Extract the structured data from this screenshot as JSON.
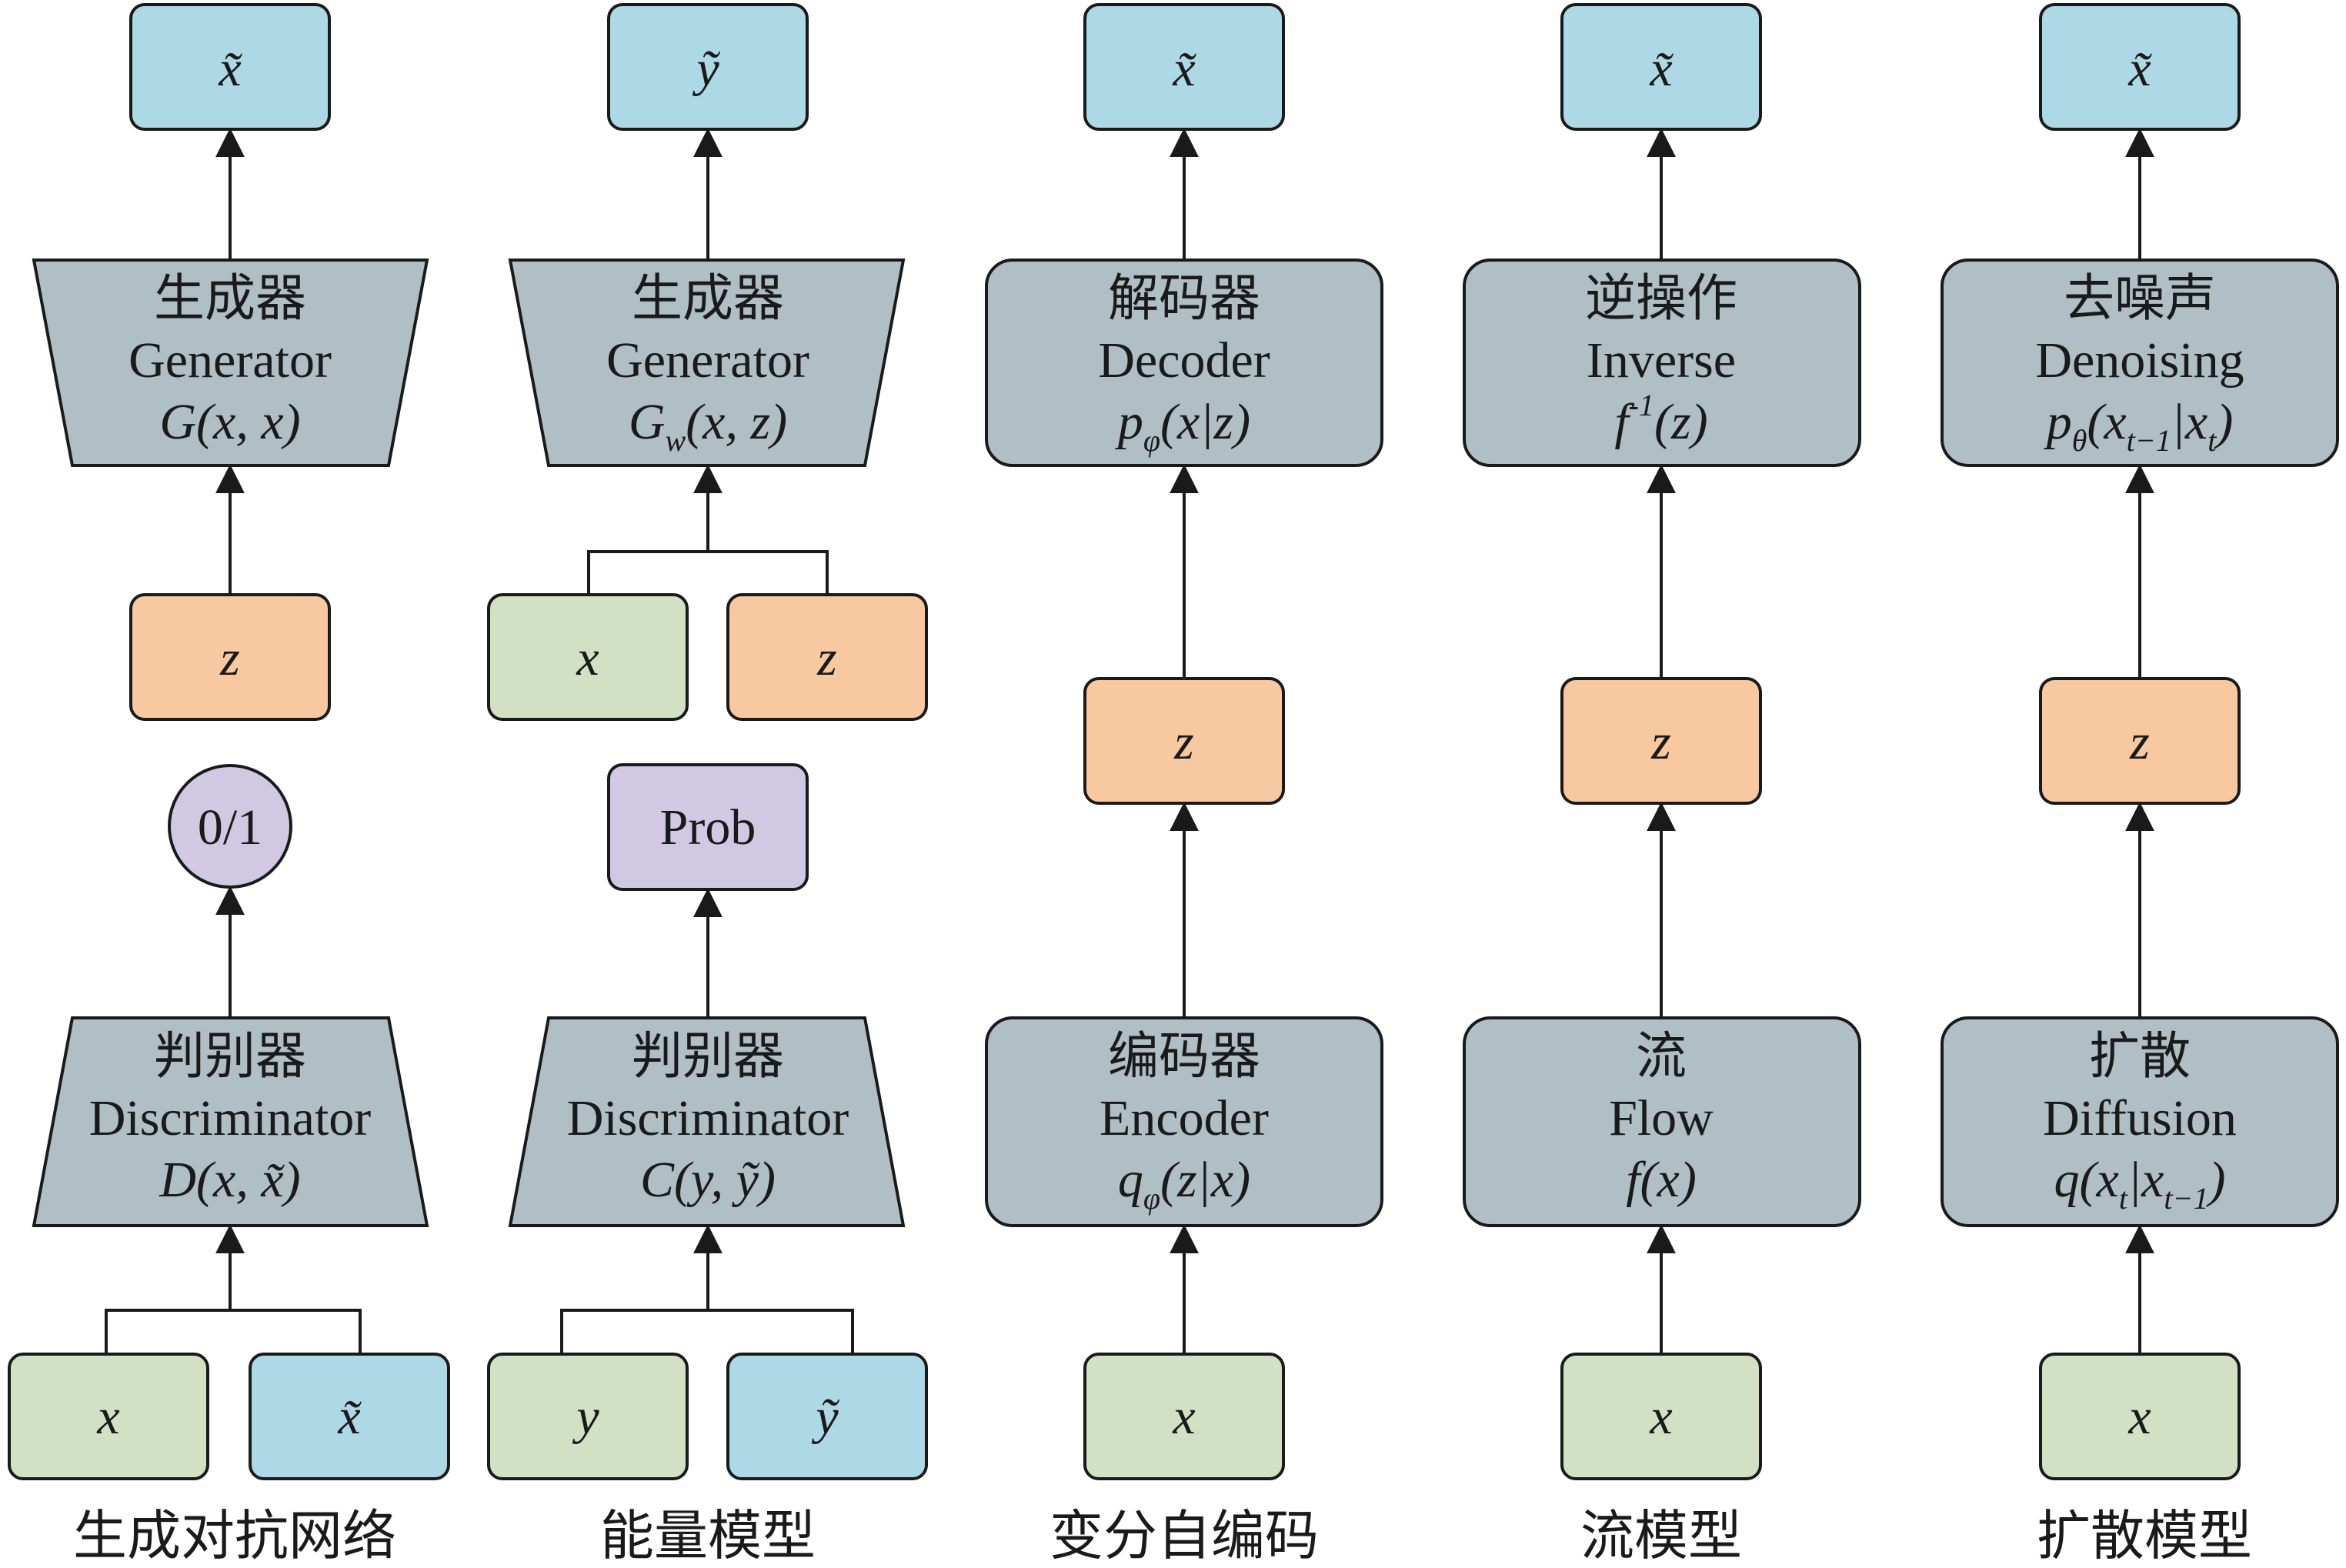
{
  "colors": {
    "output": "#add8e6",
    "model": "#b0bec5",
    "latent": "#f8c9a0",
    "input": "#d2e1c4",
    "score": "#d1c9e3",
    "line": "#1a1a1a"
  },
  "gan": {
    "caption": "生成对抗网络",
    "output": "x̃",
    "generator": {
      "zh": "生成器",
      "en": "Generator",
      "formula": "G(x, x)"
    },
    "latent": "z",
    "score": "0/1",
    "discriminator": {
      "zh": "判别器",
      "en": "Discriminator",
      "formula": "D(x, x̃)"
    },
    "input_real": "x",
    "input_fake": "x̃"
  },
  "ebm": {
    "caption": "能量模型",
    "output": "ỹ",
    "generator": {
      "zh": "生成器",
      "en": "Generator",
      "formula_main": "G",
      "formula_sub": "w",
      "formula_rest": "(x, z)"
    },
    "input_x": "x",
    "latent": "z",
    "score": "Prob",
    "discriminator": {
      "zh": "判别器",
      "en": "Discriminator",
      "formula": "C(y, ỹ)"
    },
    "input_real": "y",
    "input_fake": "ỹ"
  },
  "vae": {
    "caption": "变分自编码",
    "output": "x̃",
    "decoder": {
      "zh": "解码器",
      "en": "Decoder",
      "formula_main": "p",
      "formula_sub": "φ",
      "formula_rest": "(x|z)"
    },
    "latent": "z",
    "encoder": {
      "zh": "编码器",
      "en": "Encoder",
      "formula_main": "q",
      "formula_sub": "φ",
      "formula_rest": "(z|x)"
    },
    "input": "x"
  },
  "flow": {
    "caption": "流模型",
    "output": "x̃",
    "inverse": {
      "zh": "逆操作",
      "en": "Inverse",
      "formula_main": "f",
      "formula_sup": "-1",
      "formula_rest": "(z)"
    },
    "latent": "z",
    "forward": {
      "zh": "流",
      "en": "Flow",
      "formula": "f(x)"
    },
    "input": "x"
  },
  "diffusion": {
    "caption": "扩散模型",
    "output": "x̃",
    "denoise": {
      "zh": "去噪声",
      "en": "Denoising",
      "f1": "p",
      "s1": "θ",
      "f2": "(x",
      "s2": "t−1",
      "f3": "|x",
      "s3": "t",
      "f4": ")"
    },
    "latent": "z",
    "diffuse": {
      "zh": "扩散",
      "en": "Diffusion",
      "f1": "q(x",
      "s1": "t",
      "f2": "|x",
      "s2": "t−1",
      "f3": ")"
    },
    "input": "x"
  }
}
